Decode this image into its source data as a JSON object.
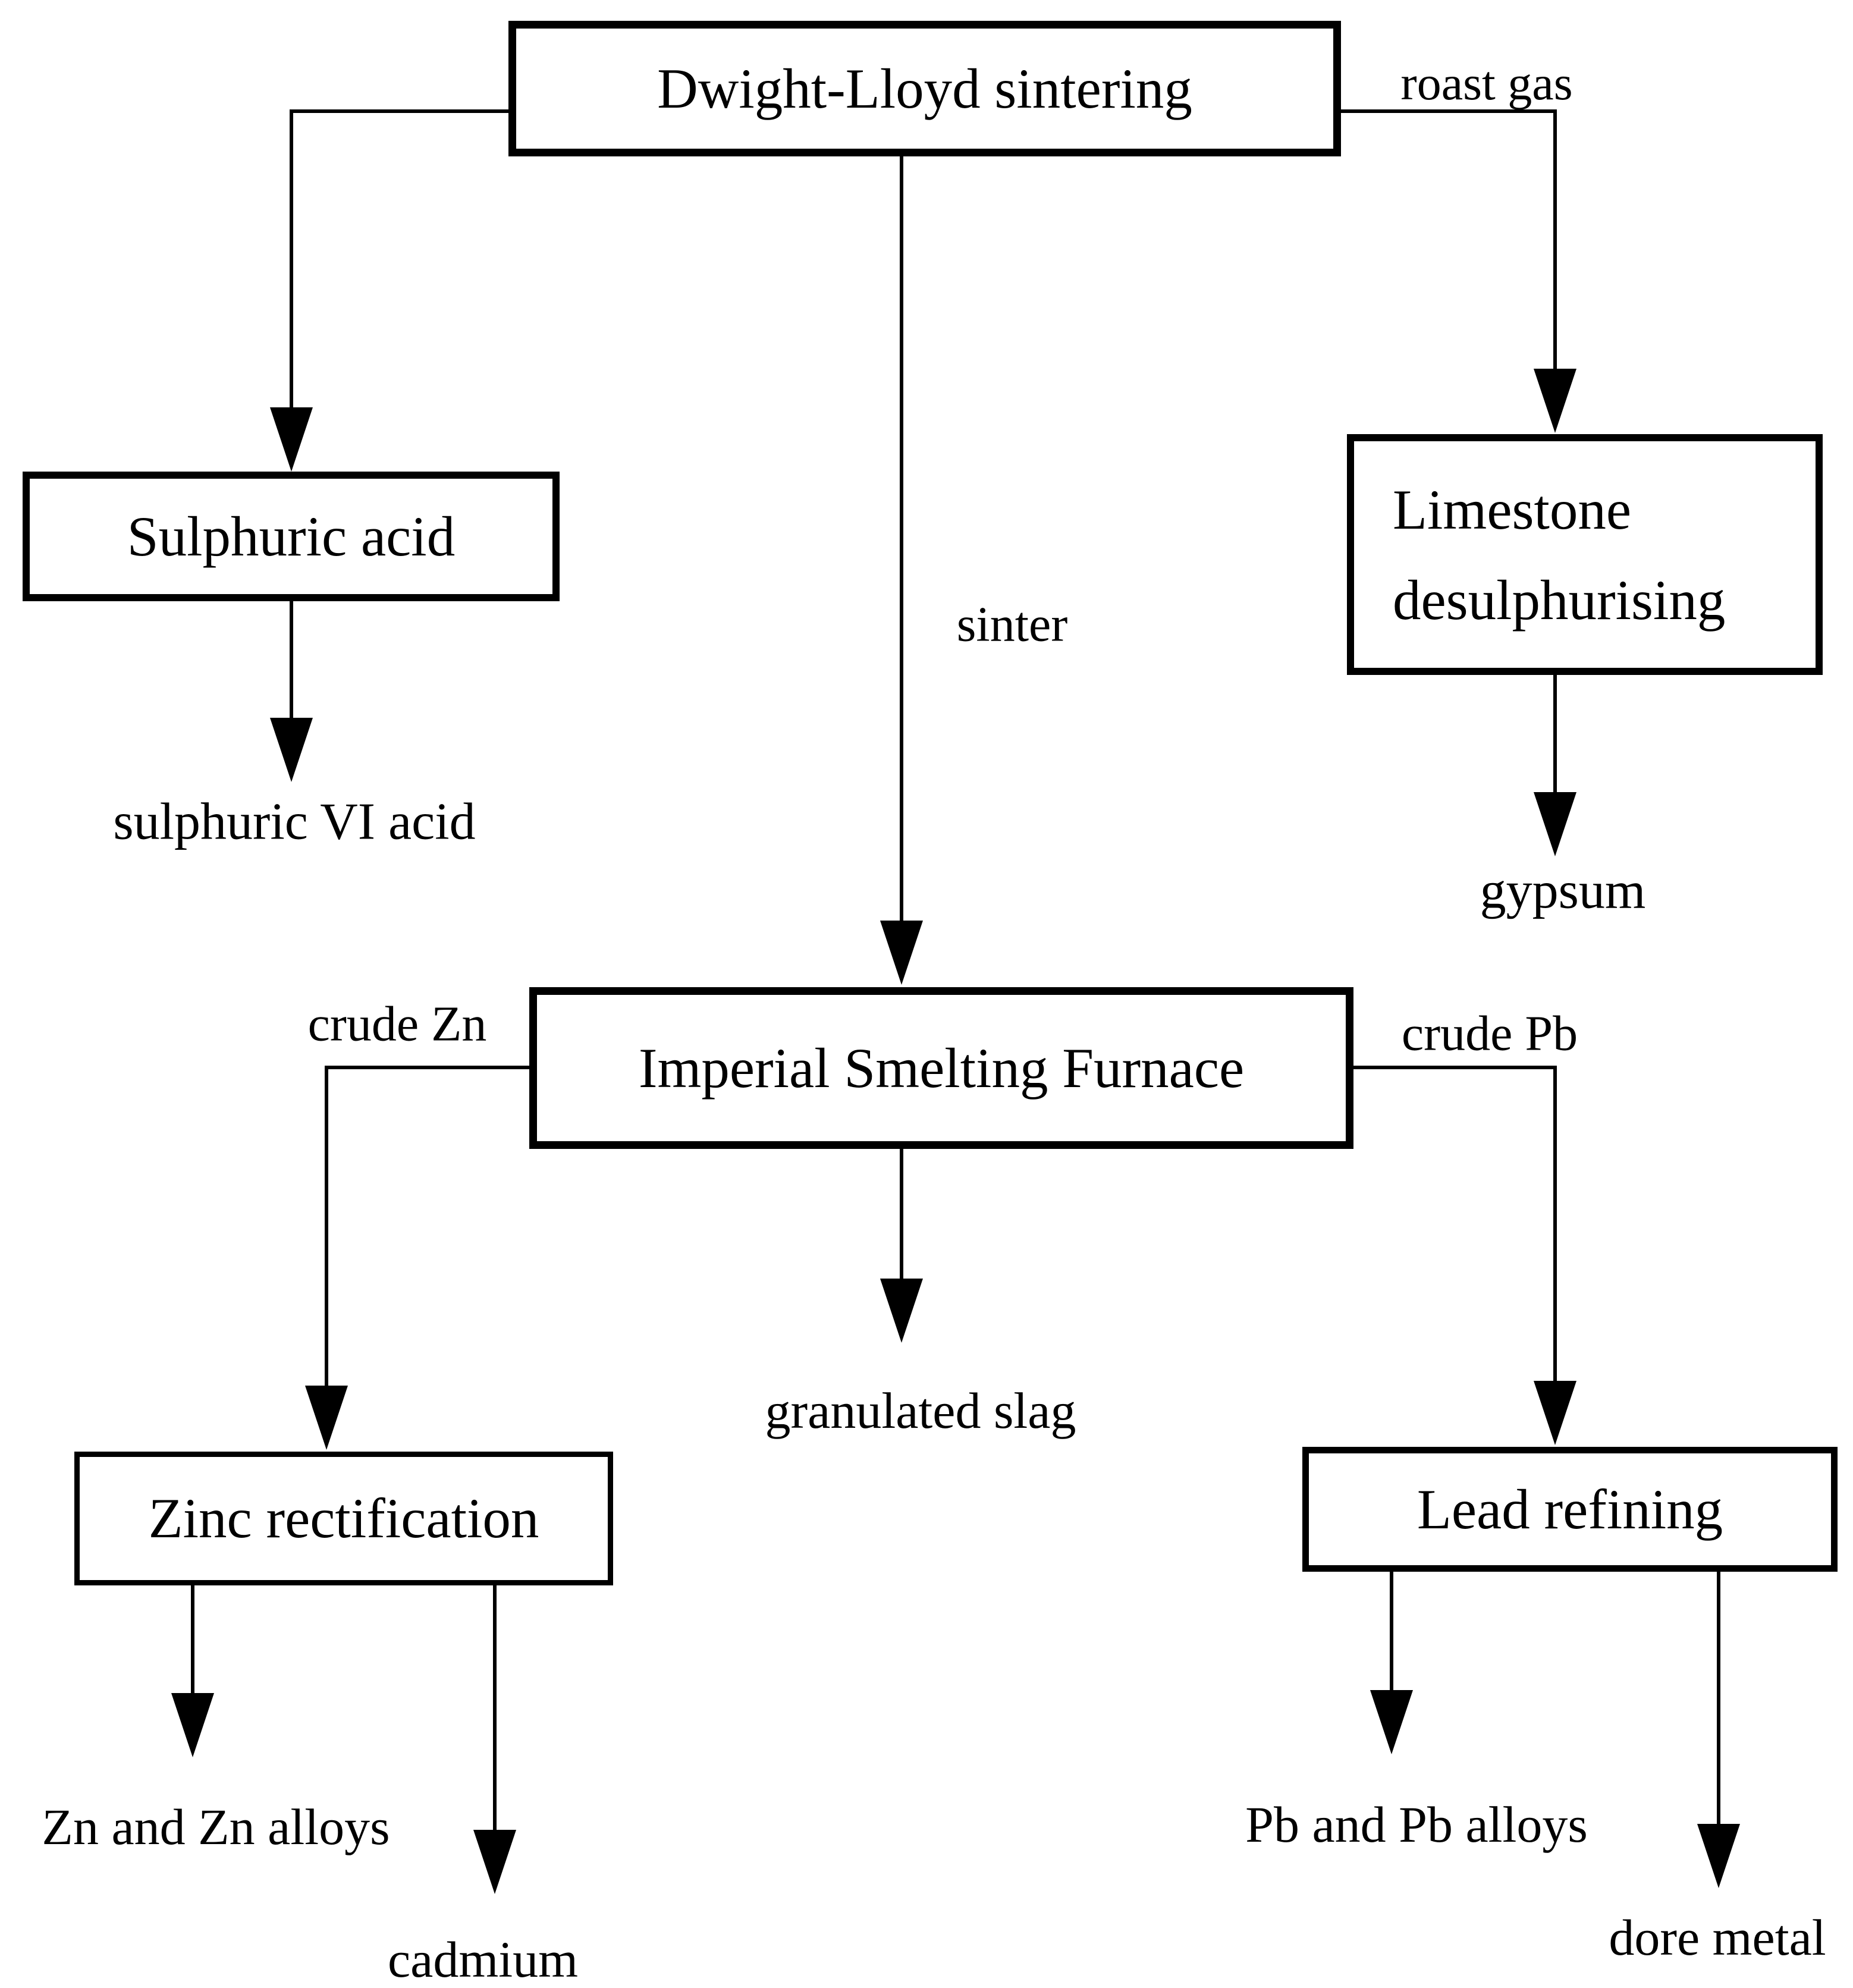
{
  "diagram": {
    "background": "#ffffff",
    "line_color": "#000000",
    "text_color": "#000000",
    "nodes": {
      "dwight_lloyd": {
        "label": "Dwight-Lloyd sintering"
      },
      "sulphuric_acid": {
        "label": "Sulphuric acid"
      },
      "limestone": {
        "line1": "Limestone",
        "line2": "desulphurising"
      },
      "imperial_smelting": {
        "label": "Imperial Smelting Furnace"
      },
      "zinc_rectification": {
        "label": "Zinc rectification"
      },
      "lead_refining": {
        "label": "Lead refining"
      }
    },
    "edge_labels": {
      "roast_gas": "roast gas",
      "sinter": "sinter",
      "crude_zn": "crude Zn",
      "crude_pb": "crude Pb"
    },
    "outputs": {
      "sulphuric_vi_acid": "sulphuric VI acid",
      "gypsum": "gypsum",
      "granulated_slag": "granulated slag",
      "zn_and_zn_alloys": "Zn and Zn alloys",
      "cadmium": "cadmium",
      "pb_and_pb_alloys": "Pb and Pb alloys",
      "dore_metal": "dore metal"
    }
  }
}
